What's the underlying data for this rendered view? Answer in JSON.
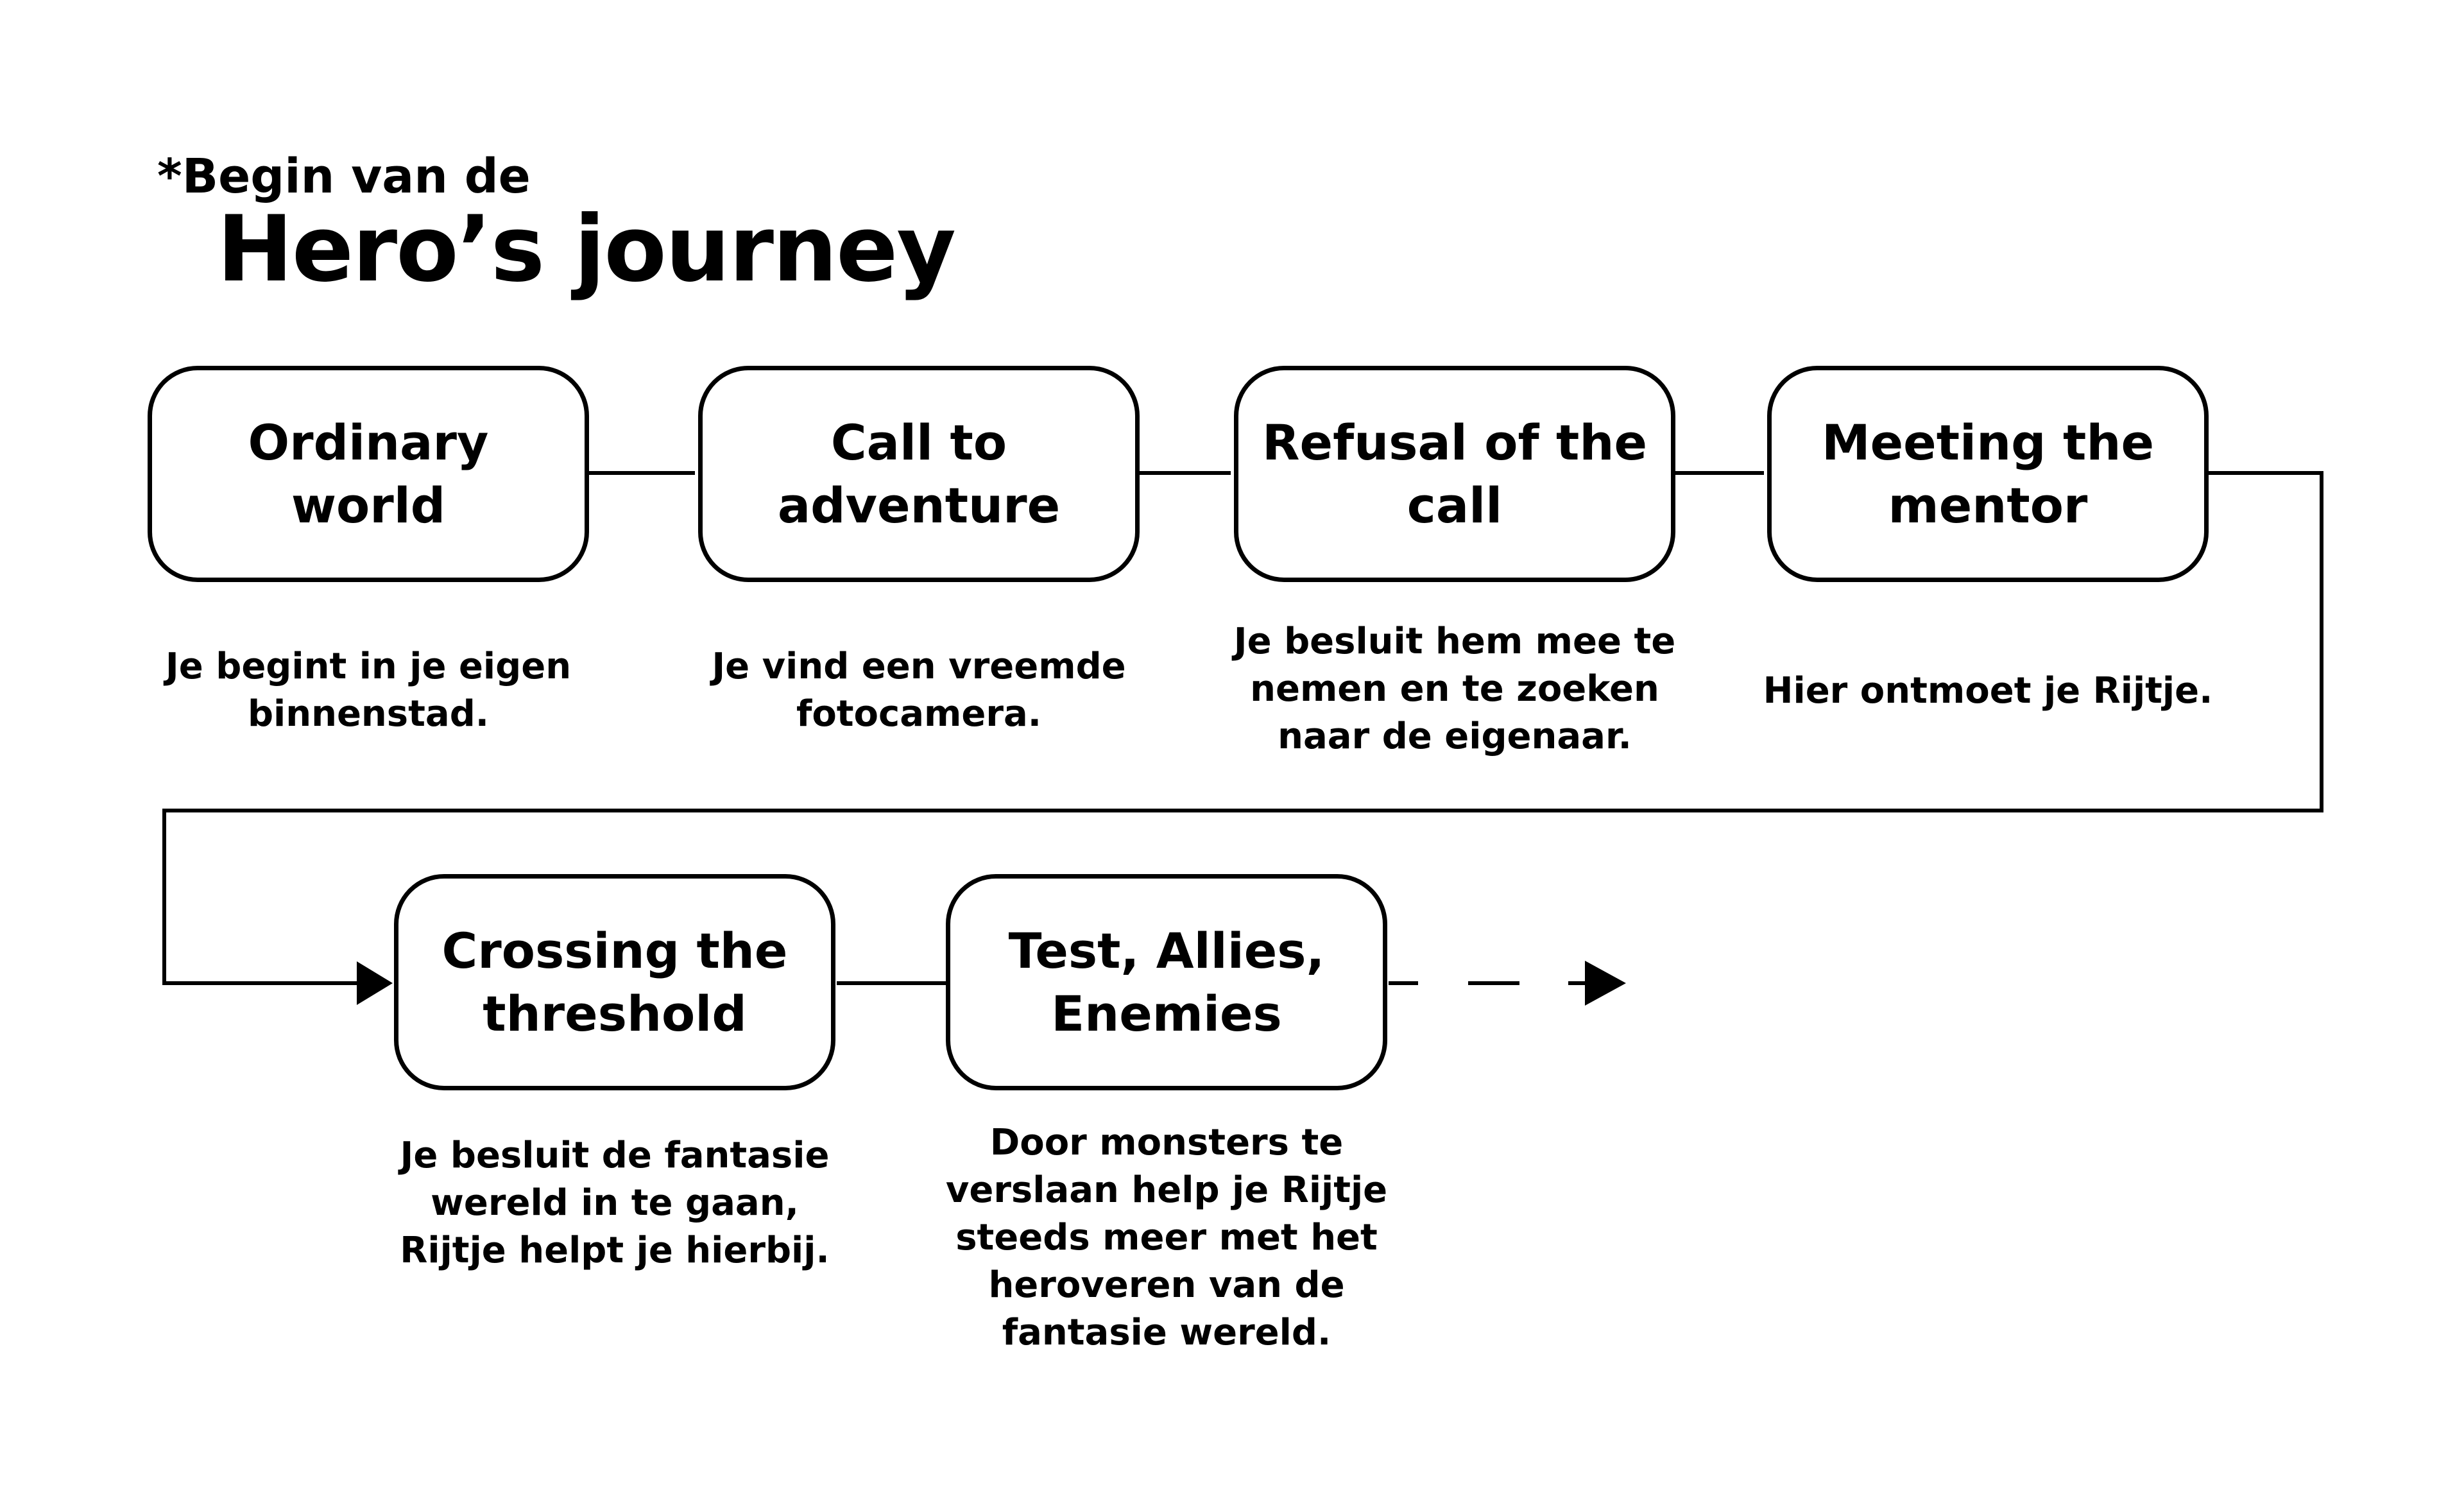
{
  "header": {
    "subtitle": "*Begin van de",
    "title": "Hero’s journey"
  },
  "stages": [
    {
      "label": "Ordinary world",
      "description": "Je begint in je eigen\nbinnenstad."
    },
    {
      "label": "Call to\nadventure",
      "description": "Je vind een vreemde\nfotocamera."
    },
    {
      "label": "Refusal of the\ncall",
      "description": "Je besluit hem mee te\nnemen en te zoeken\nnaar de eigenaar."
    },
    {
      "label": "Meeting the\nmentor",
      "description": "Hier ontmoet je Rijtje."
    },
    {
      "label": "Crossing the\nthreshold",
      "description": "Je besluit de fantasie\nwereld in te gaan,\nRijtje helpt je hierbij."
    },
    {
      "label": "Test, Allies,\nEnemies",
      "description": "Door monsters te\nverslaan help je Rijtje\nsteeds meer met het\nheroveren van de\nfantasie wereld."
    }
  ]
}
